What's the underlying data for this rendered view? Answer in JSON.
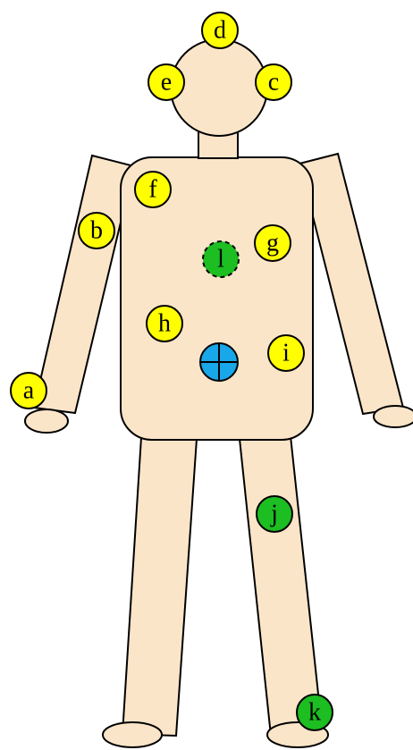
{
  "colors": {
    "skin": "#fbe5c9",
    "outline": "#000000",
    "marker_yellow": "#ffff00",
    "marker_green": "#1cbe22",
    "target_blue": "#18a7e8"
  },
  "markers": {
    "a": {
      "label": "a",
      "color": "yellow"
    },
    "b": {
      "label": "b",
      "color": "yellow"
    },
    "c": {
      "label": "c",
      "color": "yellow"
    },
    "d": {
      "label": "d",
      "color": "yellow"
    },
    "e": {
      "label": "e",
      "color": "yellow"
    },
    "f": {
      "label": "f",
      "color": "yellow"
    },
    "g": {
      "label": "g",
      "color": "yellow"
    },
    "h": {
      "label": "h",
      "color": "yellow"
    },
    "i": {
      "label": "i",
      "color": "yellow"
    },
    "j": {
      "label": "j",
      "color": "green"
    },
    "k": {
      "label": "k",
      "color": "green"
    },
    "l": {
      "label": "l",
      "color": "green",
      "outline": "dashed"
    }
  },
  "center_target": {
    "symbol": "crosshair",
    "color": "blue"
  }
}
